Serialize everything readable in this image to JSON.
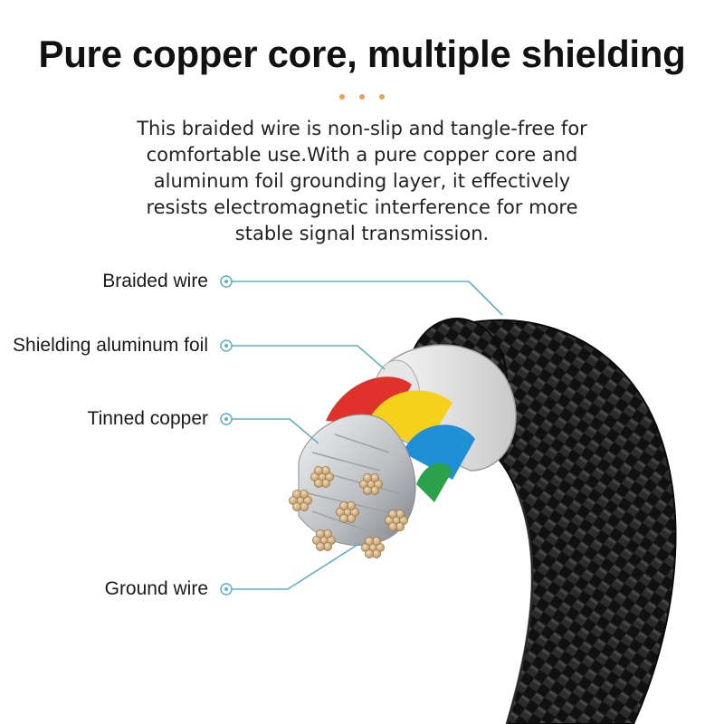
{
  "header": {
    "title": "Pure copper core, multiple shielding",
    "description_lines": [
      "This braided wire is non-slip and tangle-free for",
      "comfortable use.With a pure copper core and",
      "aluminum foil grounding layer, it effectively",
      "resists electromagnetic interference for more",
      "stable signal transmission."
    ]
  },
  "callouts": [
    {
      "label": "Braided wire"
    },
    {
      "label": "Shielding aluminum foil"
    },
    {
      "label": "Tinned copper"
    },
    {
      "label": "Ground wire"
    }
  ],
  "colors": {
    "accent_dots": "#e8a35a",
    "leader_line": "#5fb0c9",
    "braid_dark": "#111111",
    "foil": "#d9d9d9",
    "wire_red": "#e0322a",
    "wire_yellow": "#f4d21c",
    "wire_blue": "#1f8fd6",
    "wire_green": "#2aa14a",
    "copper": "#d9b78a"
  }
}
